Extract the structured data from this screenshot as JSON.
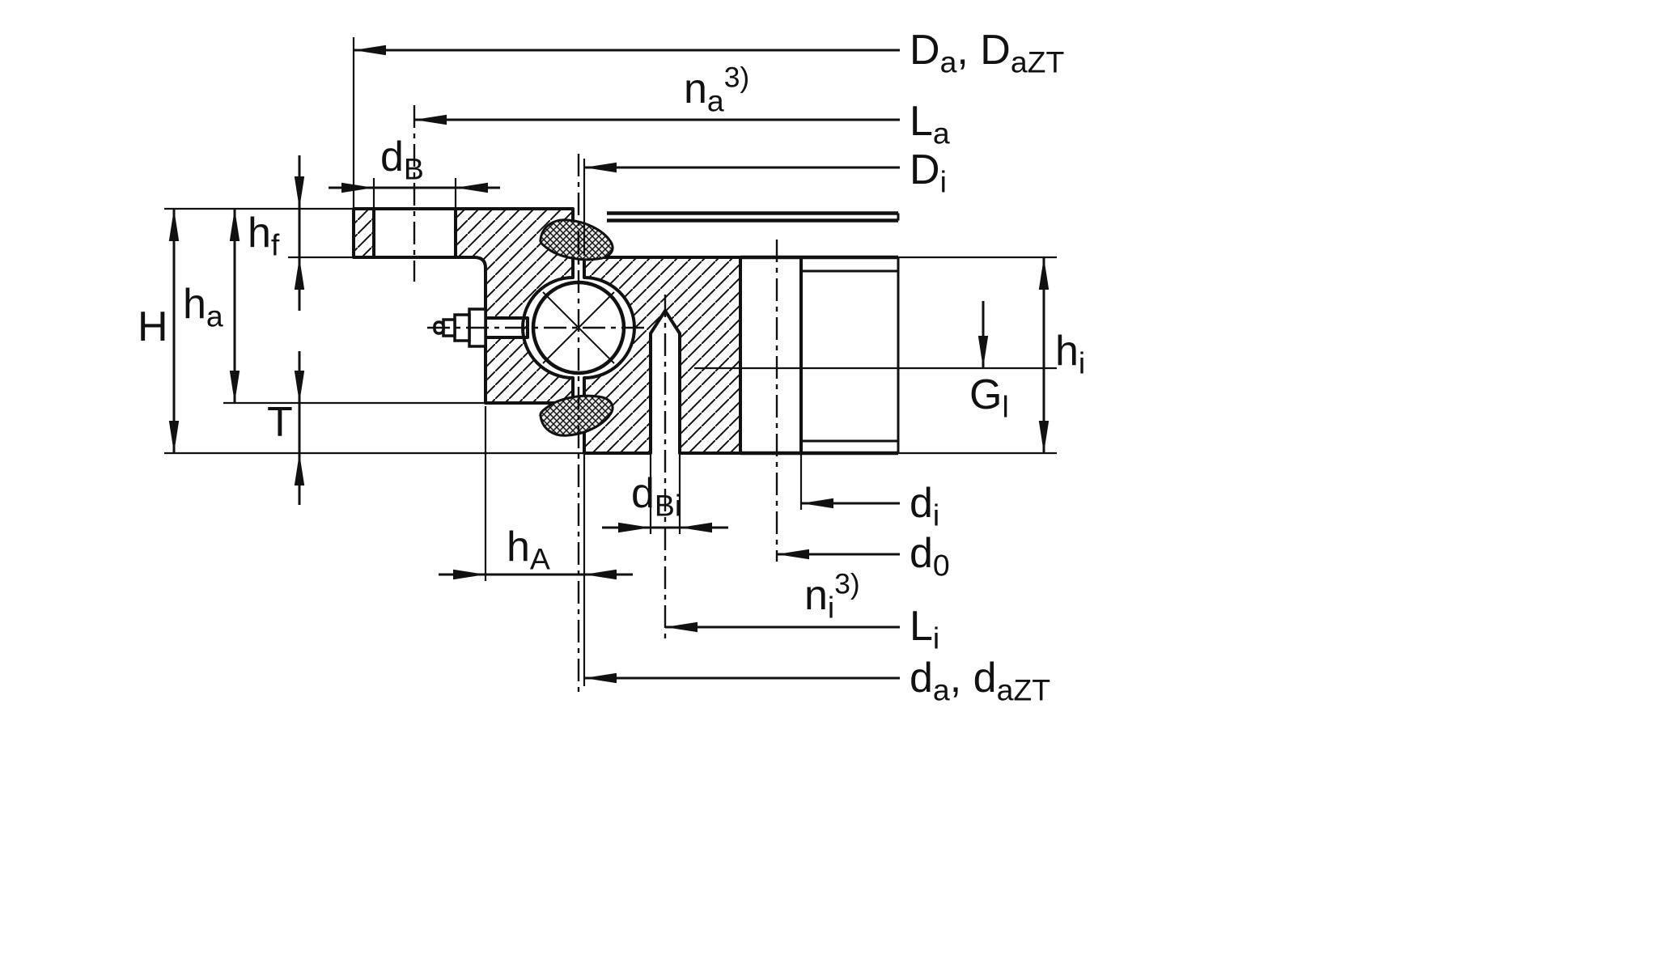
{
  "figure": {
    "type": "technical-dimension-drawing",
    "description": "Cross-section of a sealed four-point contact slewing bearing with outer flange ring, ball, seals, grease fitting, inner ring with mounting hole, and dimension annotations",
    "line_color": "#111111",
    "background_color": "#ffffff"
  },
  "labels": {
    "Da_DaZT": {
      "base1": "D",
      "sub1": "a",
      "base2": ", D",
      "sub2": "aZT"
    },
    "na": {
      "base": "n",
      "sub": "a",
      "sup": "3)"
    },
    "La": {
      "base": "L",
      "sub": "a"
    },
    "Di": {
      "base": "D",
      "sub": "i"
    },
    "dB": {
      "base": "d",
      "sub": "B"
    },
    "hf": {
      "base": "h",
      "sub": "f"
    },
    "H": {
      "base": "H"
    },
    "ha": {
      "base": "h",
      "sub": "a"
    },
    "T": {
      "base": "T"
    },
    "hA": {
      "base": "h",
      "sub": "A"
    },
    "dBi": {
      "base": "d",
      "sub": "Bi"
    },
    "Gl": {
      "base": "G",
      "sub": "l"
    },
    "hi": {
      "base": "h",
      "sub": "i"
    },
    "di": {
      "base": "d",
      "sub": "i"
    },
    "d0": {
      "base": "d",
      "sub": "0"
    },
    "ni": {
      "base": "n",
      "sub": "i",
      "sup": "3)"
    },
    "Li": {
      "base": "L",
      "sub": "i"
    },
    "da_daZT": {
      "base1": "d",
      "sub1": "a",
      "base2": ", d",
      "sub2": "aZT"
    }
  }
}
